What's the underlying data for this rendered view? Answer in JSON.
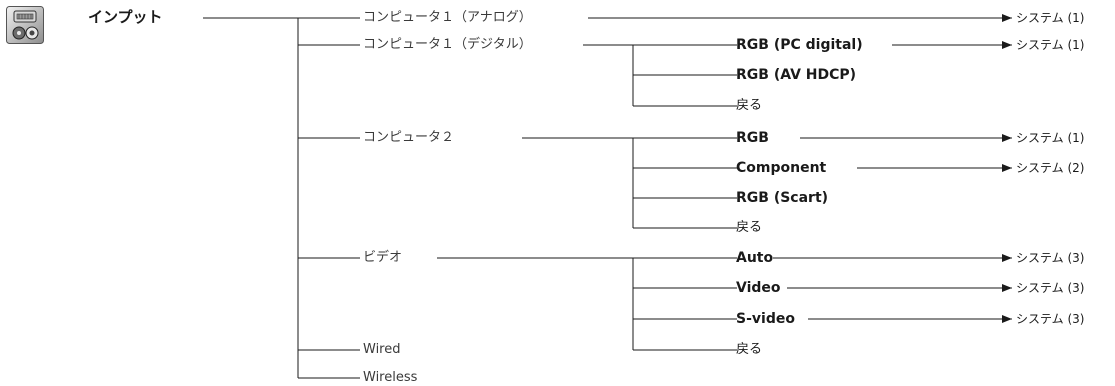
{
  "root": {
    "label": "インプット"
  },
  "level1": {
    "computer1_analog": "コンピュータ１（アナログ）",
    "computer1_digital": "コンピュータ１（デジタル）",
    "computer2": "コンピュータ２",
    "video": "ビデオ",
    "wired": "Wired",
    "wireless": "Wireless"
  },
  "level2": {
    "rgb_pc_digital": "RGB (PC digital)",
    "rgb_av_hdcp": "RGB (AV HDCP)",
    "back_1": "戻る",
    "rgb": "RGB",
    "component": "Component",
    "rgb_scart": "RGB (Scart)",
    "back_2": "戻る",
    "auto": "Auto",
    "video": "Video",
    "s_video": "S-video",
    "back_3": "戻る"
  },
  "targets": {
    "sys_analog": "システム (1)",
    "sys_pc_digital": "システム (1)",
    "sys_rgb": "システム (1)",
    "sys_component": "システム  (2)",
    "sys_auto": "システム (3)",
    "sys_video": "システム (3)",
    "sys_svideo": "システム (3)"
  },
  "icon": {
    "name": "input-connector-icon"
  }
}
